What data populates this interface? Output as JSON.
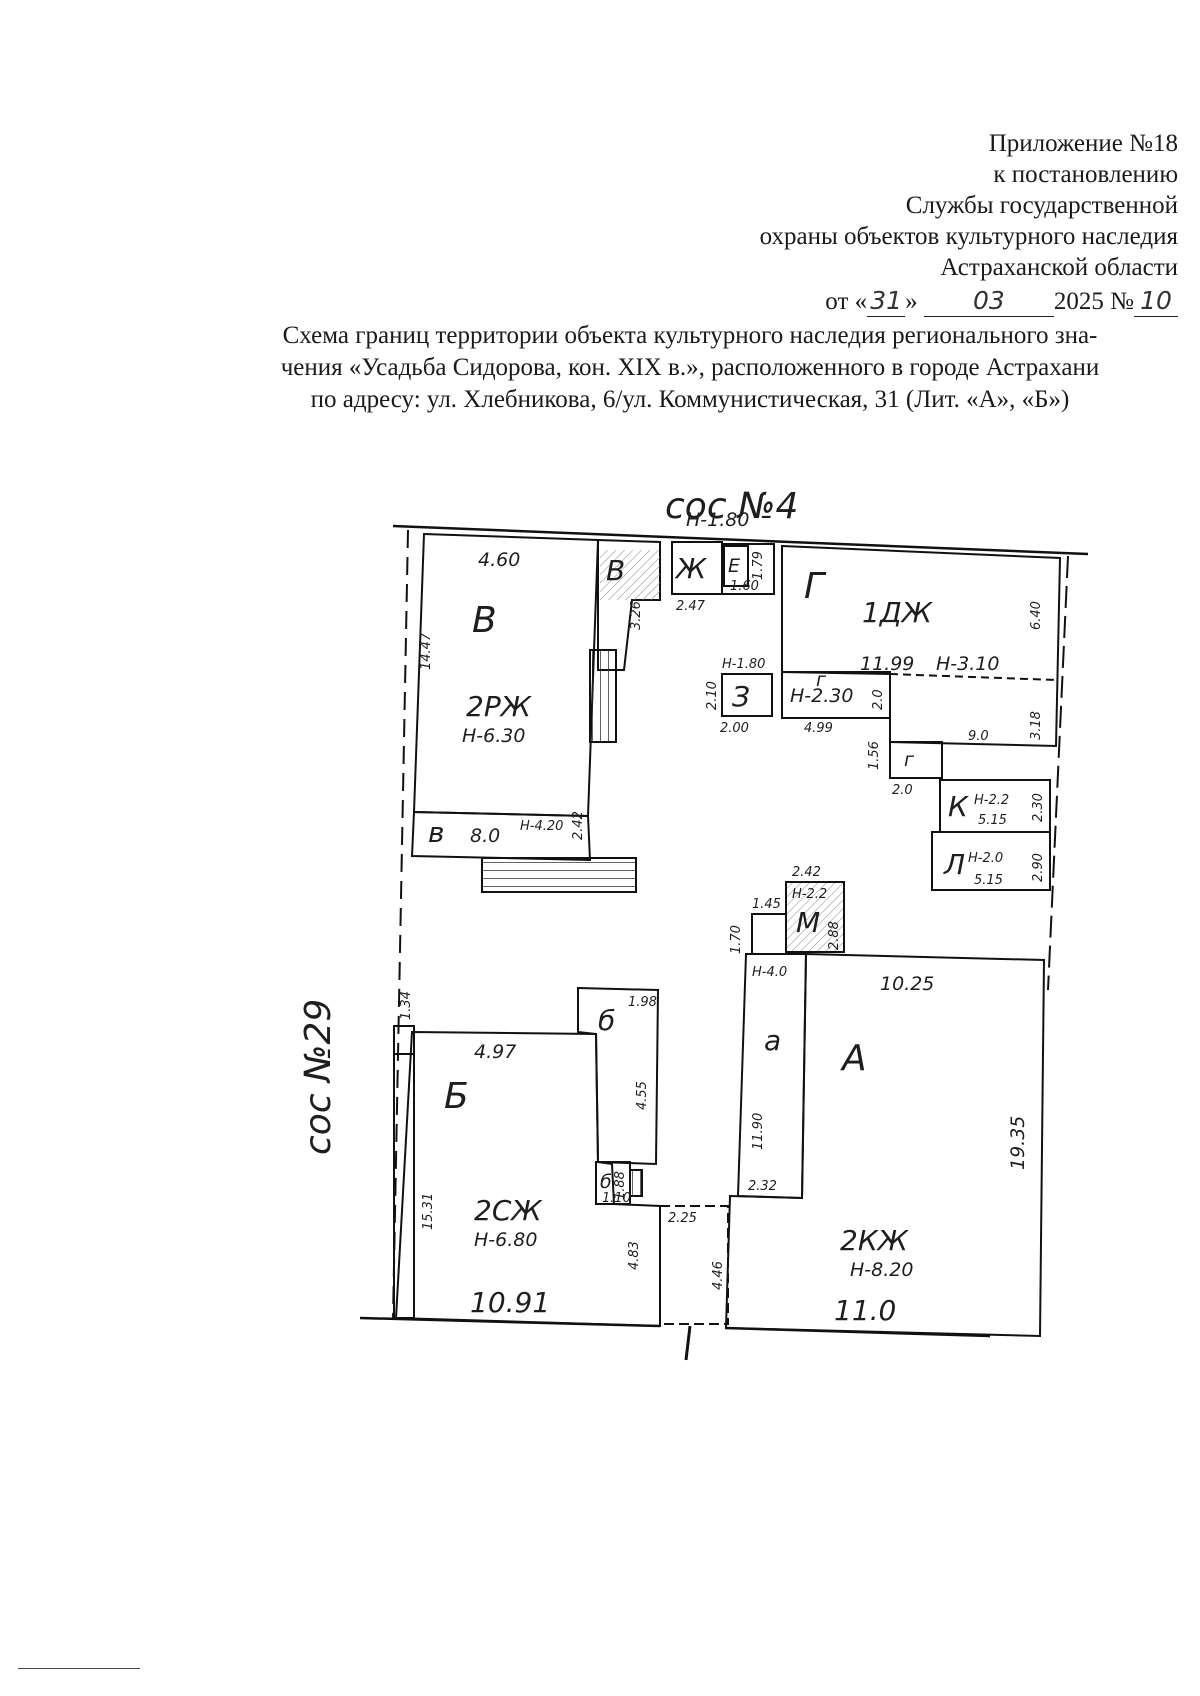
{
  "header": {
    "line1": "Приложение №18",
    "line2": "к постановлению",
    "line3": "Службы государственной",
    "line4": "охраны объектов культурного наследия",
    "line5": "Астраханской области",
    "date_prefix": "от «",
    "date_day": "31",
    "date_mid": "»",
    "date_month": "03",
    "date_year": "2025 №",
    "date_number": "10"
  },
  "title": {
    "line1": "Схема границ территории объекта культурного наследия регионального зна-",
    "line2": "чения «Усадьба Сидорова, кон. XIX в.», расположенного в городе Астрахани",
    "line3": "по адресу: ул. Хлебникова, 6/ул. Коммунистическая, 31 (Лит. «А», «Б»)"
  },
  "plan": {
    "street_top": "coc №4",
    "street_left": "coc №29",
    "buildings": {
      "B": {
        "letter": "В",
        "code": "2РЖ",
        "height": "Н-6.30",
        "dim_top": "4.60",
        "dim_side": "14.47",
        "dim_inner": "3.26"
      },
      "v": {
        "letter": "в",
        "dim": "8.0",
        "height": "Н-4.20",
        "dim_side": "2.42"
      },
      "G": {
        "letter": "Г",
        "code": "1ДЖ",
        "dim_mid": "11.99",
        "height": "Н-3.10",
        "dim_side1": "6.40",
        "dim_side2": "3.18",
        "dim_small": "9.0"
      },
      "g": {
        "letter": "г",
        "height": "Н-2.30",
        "dim": "4.99",
        "dim_side": "2.0"
      },
      "g2": {
        "letter": "г",
        "dim": "2.0",
        "dim_side": "1.56"
      },
      "Zh": {
        "letter": "Ж",
        "dim": "2.47"
      },
      "E": {
        "letter": "Е",
        "dim": "1.60",
        "dim_side": "1.79"
      },
      "Z": {
        "letter": "З",
        "height": "Н-1.80",
        "dim1": "2.10",
        "dim2": "2.00"
      },
      "top_dim": "Н-1.80",
      "K": {
        "letter": "К",
        "height": "Н-2.2",
        "dim": "5.15",
        "dim_side": "2.30"
      },
      "L": {
        "letter": "Л",
        "height": "Н-2.0",
        "dim": "5.15",
        "dim_side": "2.90"
      },
      "M": {
        "letter": "М",
        "dim_top": "2.42",
        "height": "Н-2.2",
        "dim_side": "2.88",
        "dim_small1": "1.45",
        "dim_small2": "1.70"
      },
      "A": {
        "letter": "А",
        "code": "2КЖ",
        "height": "Н-8.20",
        "dim_top": "10.25",
        "dim_side": "19.35",
        "dim_bottom": "11.0"
      },
      "a": {
        "letter": "а",
        "height": "Н-4.0",
        "dim_side": "11.90",
        "dim_bottom": "2.32"
      },
      "Bb": {
        "letter": "Б",
        "code": "2СЖ",
        "height": "Н-6.80",
        "dim_top": "4.97",
        "dim_side": "15.31",
        "dim_bottom": "10.91",
        "dim_inner": "4.83"
      },
      "b1": {
        "letter": "б",
        "dim": "1.98",
        "dim_side": "4.55"
      },
      "b2": {
        "letter": "б",
        "dim1": "1.10",
        "dim2": "1.88"
      },
      "gap": {
        "dim1": "2.25",
        "dim2": "4.46"
      },
      "fence_dim": "1.34"
    }
  }
}
